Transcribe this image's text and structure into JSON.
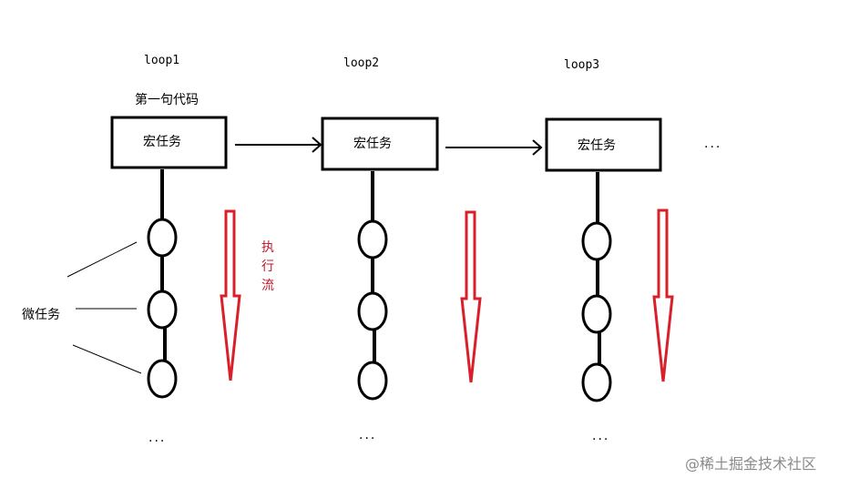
{
  "loops": [
    {
      "label": "loop1",
      "macro_label": "宏任务",
      "ellipsis": "..."
    },
    {
      "label": "loop2",
      "macro_label": "宏任务",
      "ellipsis": "..."
    },
    {
      "label": "loop3",
      "macro_label": "宏任务",
      "ellipsis": "..."
    }
  ],
  "first_code_label": "第一句代码",
  "microtask_label": "微任务",
  "exec_flow_label": [
    "执",
    "行",
    "流"
  ],
  "trailing_ellipsis": "...",
  "watermark": "@稀土掘金技术社区",
  "colors": {
    "line": "#000000",
    "arrow": "#d9202a",
    "exec_text": "#c0182a",
    "watermark": "#8a8a8a"
  }
}
